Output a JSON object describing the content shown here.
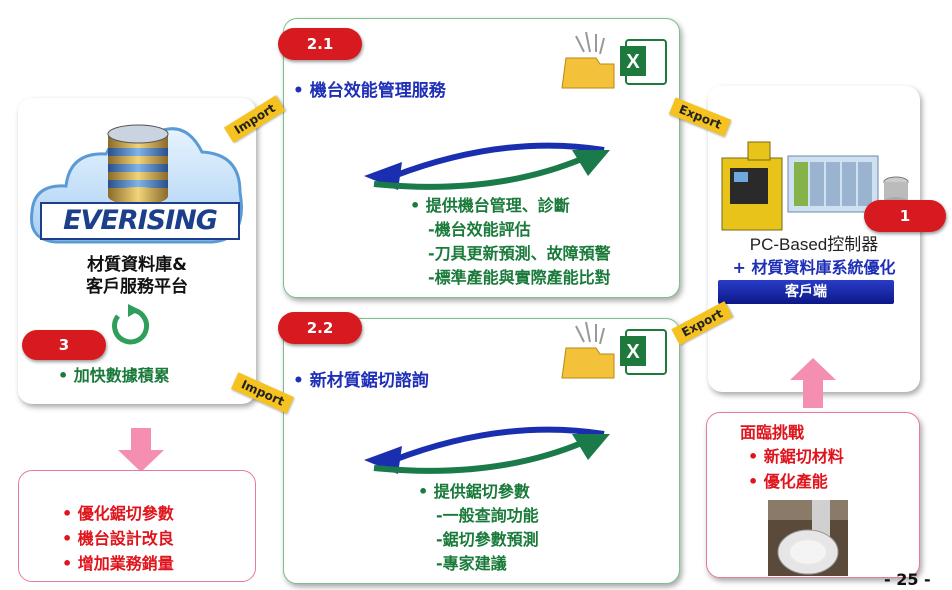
{
  "left_panel": {
    "logo_text": "EVERISING",
    "title_line1": "材質資料庫&",
    "title_line2": "客戶服務平台",
    "badge": "3",
    "bullet": "加快數據積累"
  },
  "box_21": {
    "badge": "2.1",
    "title": "機台效能管理服務",
    "main_bullet": "提供機台管理、診斷",
    "sub_items": [
      "-機台效能評估",
      "-刀具更新預測、故障預警",
      "-標準產能與實際產能比對"
    ]
  },
  "box_22": {
    "badge": "2.2",
    "title": "新材質鋸切諮詢",
    "main_bullet": "提供鋸切參數",
    "sub_items": [
      "-一般查詢功能",
      "-鋸切參數預測",
      "-專家建議"
    ]
  },
  "right_panel": {
    "badge": "1",
    "title": "PC-Based控制器",
    "subtitle": "+ 材質資料庫系統優化",
    "client_label": "客戶端"
  },
  "challenge_box": {
    "title": "面臨挑戰",
    "items": [
      "新鋸切材料",
      "優化產能"
    ]
  },
  "results_box": {
    "items": [
      "優化鋸切參數",
      "機台設計改良",
      "增加業務銷量"
    ]
  },
  "tags": {
    "import_top": "Import",
    "import_bottom": "Import",
    "export_top": "Export",
    "export_bottom": "Export"
  },
  "page_number": "- 25 -",
  "colors": {
    "blue_title": "#1f2fb8",
    "green_text": "#1a7a3a",
    "red_text": "#e0141c",
    "badge_red": "#d71920",
    "tag_yellow": "#f6c220",
    "pink_arrow": "#f48fb1",
    "client_blue": "#1020a0"
  }
}
